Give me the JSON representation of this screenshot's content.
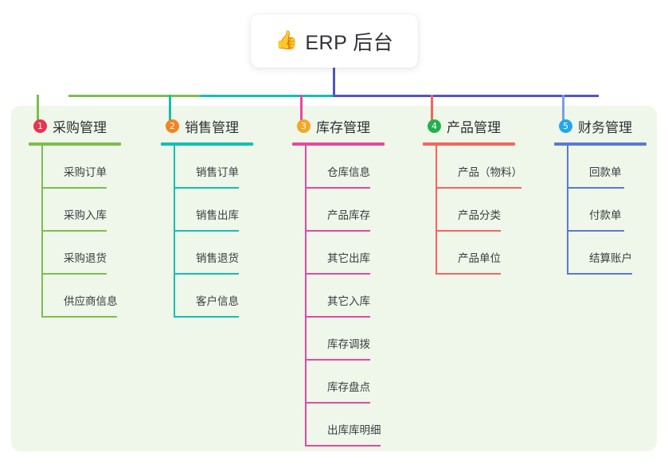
{
  "diagram": {
    "title": "ERP 后台",
    "root": {
      "icon": "thumbs-up-icon",
      "emoji": "👍",
      "label": "ERP 后台",
      "background": "#ffffff",
      "text_color": "#2f3135"
    },
    "panel": {
      "background": "#eef7e9"
    },
    "connector": {
      "root_stem_color": "#4f55c9",
      "segments": [
        {
          "color": "#7cbe4e",
          "label": "segment-green"
        },
        {
          "color": "#12c0b0",
          "label": "segment-teal"
        },
        {
          "color": "#4f55c9",
          "label": "segment-indigo"
        }
      ]
    },
    "columns": [
      {
        "number": "1",
        "title": "采购管理",
        "badge_color": "#e8344e",
        "line_color": "#7cbe4e",
        "drop_color": "#7cbe4e",
        "underline_width": 116,
        "items": [
          {
            "label": "采购订单",
            "underline_width": 82
          },
          {
            "label": "采购入库",
            "underline_width": 82
          },
          {
            "label": "采购退货",
            "underline_width": 82
          },
          {
            "label": "供应商信息",
            "underline_width": 95
          }
        ]
      },
      {
        "number": "2",
        "title": "销售管理",
        "badge_color": "#f58220",
        "line_color": "#12c0b0",
        "drop_color": "#12c0b0",
        "underline_width": 116,
        "items": [
          {
            "label": "销售订单",
            "underline_width": 82
          },
          {
            "label": "销售出库",
            "underline_width": 82
          },
          {
            "label": "销售退货",
            "underline_width": 82
          },
          {
            "label": "客户信息",
            "underline_width": 82
          }
        ]
      },
      {
        "number": "3",
        "title": "库存管理",
        "badge_color": "#f5a623",
        "line_color": "#e8479f",
        "drop_color": "#e8479f",
        "underline_width": 116,
        "items": [
          {
            "label": "仓库信息",
            "underline_width": 82
          },
          {
            "label": "产品库存",
            "underline_width": 82
          },
          {
            "label": "其它出库",
            "underline_width": 82
          },
          {
            "label": "其它入库",
            "underline_width": 82
          },
          {
            "label": "库存调拨",
            "underline_width": 82
          },
          {
            "label": "库存盘点",
            "underline_width": 82
          },
          {
            "label": "出库库明细",
            "underline_width": 95
          }
        ]
      },
      {
        "number": "4",
        "title": "产品管理",
        "badge_color": "#22b14c",
        "line_color": "#f8645c",
        "drop_color": "#f8645c",
        "underline_width": 116,
        "items": [
          {
            "label": "产品（物料）",
            "underline_width": 108
          },
          {
            "label": "产品分类",
            "underline_width": 82
          },
          {
            "label": "产品单位",
            "underline_width": 82
          }
        ]
      },
      {
        "number": "5",
        "title": "财务管理",
        "badge_color": "#20a8e8",
        "line_color": "#5a78d8",
        "drop_color": "#7d9ede",
        "underline_width": 116,
        "items": [
          {
            "label": "回款单",
            "underline_width": 72
          },
          {
            "label": "付款单",
            "underline_width": 72
          },
          {
            "label": "结算账户",
            "underline_width": 82
          }
        ]
      }
    ]
  }
}
